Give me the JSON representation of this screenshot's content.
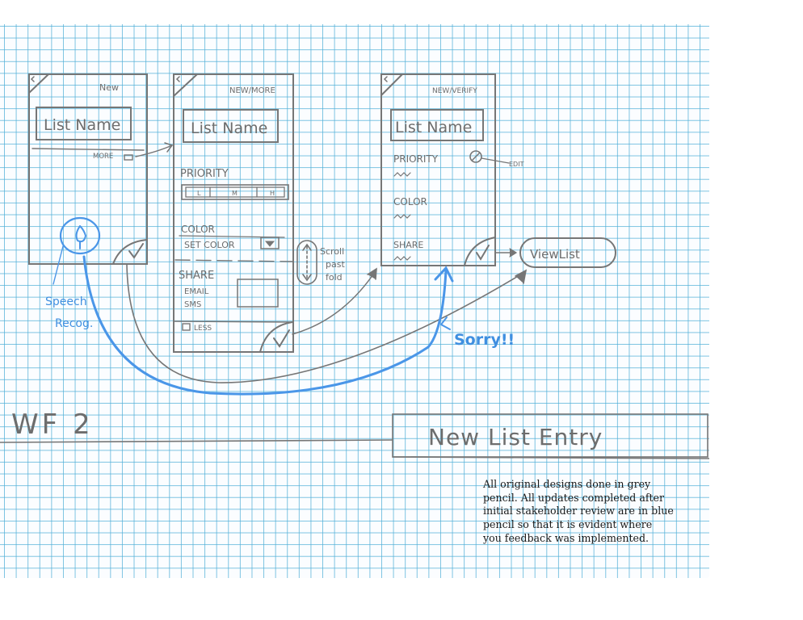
{
  "screens": {
    "s1": {
      "corner": "New",
      "field": "List Name",
      "more": "MORE"
    },
    "s2": {
      "corner": "NEW/MORE",
      "field": "List Name",
      "priority": "PRIORITY",
      "seg_low": "L",
      "seg_med": "M",
      "seg_high": "H",
      "color": "COLOR",
      "set_color": "SET COLOR",
      "share": "SHARE",
      "email": "EMAIL",
      "sms": "SMS",
      "less": "LESS"
    },
    "s3": {
      "corner": "NEW/VERIFY",
      "field": "List Name",
      "priority": "PRIORITY",
      "color": "COLOR",
      "share": "SHARE",
      "edit": "EDIT"
    }
  },
  "annotations": {
    "scroll": [
      "Scroll",
      "past",
      "fold"
    ],
    "speech": [
      "Speech",
      "Recog."
    ],
    "sorry": "Sorry!!",
    "view_list": "ViewList"
  },
  "labels": {
    "wf": "WF 2",
    "title": "New List Entry"
  },
  "note": "All original designs done in grey pencil. All updates completed after initial stakeholder review are in blue pencil so that it is evident where you feedback was implemented."
}
